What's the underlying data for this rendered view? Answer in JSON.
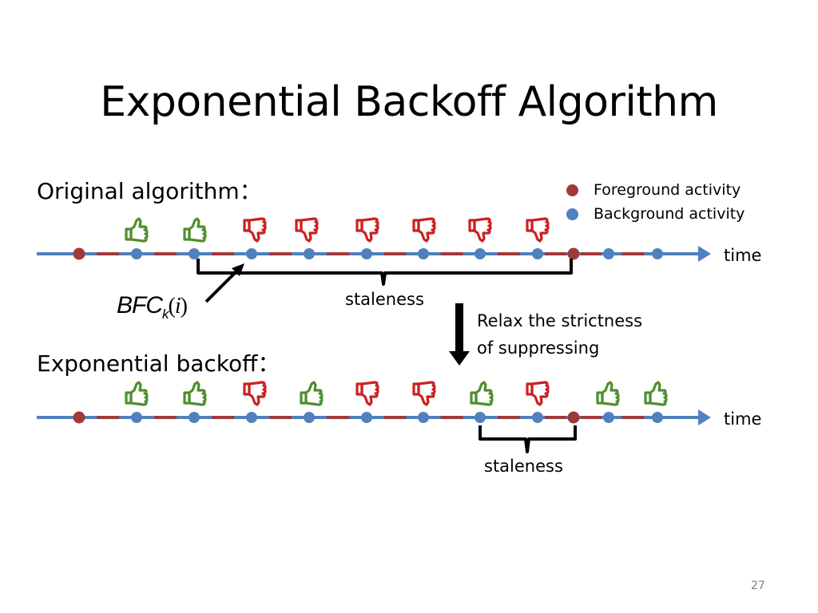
{
  "slide": {
    "title": "Exponential Backoff Algorithm",
    "page_number": "27"
  },
  "legend": {
    "foreground_label": "Foreground activity",
    "background_label": "Background activity"
  },
  "colors": {
    "foreground": "#a03a3a",
    "background": "#4f81bd",
    "thumbs_up": "#4e8f2d",
    "thumbs_down": "#cc2020"
  },
  "original": {
    "heading": "Original algorithm：",
    "axis_label": "time",
    "events": [
      "fg",
      "bg",
      "bg",
      "bg",
      "bg",
      "bg",
      "bg",
      "bg",
      "bg",
      "fg",
      "bg",
      "bg"
    ],
    "feedback": [
      "up",
      "up",
      "down",
      "down",
      "down",
      "down",
      "down",
      "down"
    ],
    "staleness_label": "staleness",
    "bfc_main": "BFC",
    "bfc_sub": "k",
    "bfc_open": "(",
    "bfc_var": "i",
    "bfc_close": ")"
  },
  "transition": {
    "line1": "Relax the strictness",
    "line2": "of suppressing"
  },
  "backoff": {
    "heading": "Exponential backoff：",
    "axis_label": "time",
    "events": [
      "fg",
      "bg",
      "bg",
      "bg",
      "bg",
      "bg",
      "bg",
      "bg",
      "bg",
      "fg",
      "bg",
      "bg"
    ],
    "feedback": [
      "up",
      "up",
      "down",
      "up",
      "down",
      "down",
      "up",
      "down",
      "up",
      "up"
    ],
    "staleness_label": "staleness"
  }
}
